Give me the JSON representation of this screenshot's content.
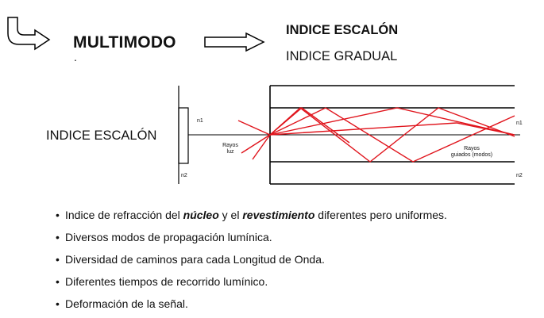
{
  "header": {
    "title": "MULTIMODO",
    "dot": ".",
    "option_step": "INDICE ESCALÓN",
    "option_graded": "INDICE GRADUAL"
  },
  "diagram": {
    "side_label": "INDICE ESCALÓN",
    "n1_left": "n1",
    "n2_left": "n2",
    "n1_right": "n1",
    "n2_right": "n2",
    "rays_light_line1": "Rayos",
    "rays_light_line2": "luz",
    "guided_rays_line1": "Rayos",
    "guided_rays_line2": "guiados (modos)",
    "colors": {
      "ray": "#e0141c",
      "fiber": "#000000"
    }
  },
  "bullets": [
    {
      "part1": "Indice de refracción del ",
      "em1": "núcleo",
      "part2": " y el ",
      "em2": "revestimiento",
      "part3": " diferentes pero uniformes."
    },
    {
      "text": "Diversos modos de propagación lumínica."
    },
    {
      "text": "Diversidad de caminos para cada Longitud de Onda."
    },
    {
      "text": "Diferentes tiempos de recorrido lumínico."
    },
    {
      "text": "Deformación de la señal."
    }
  ],
  "bullet_char": "•"
}
